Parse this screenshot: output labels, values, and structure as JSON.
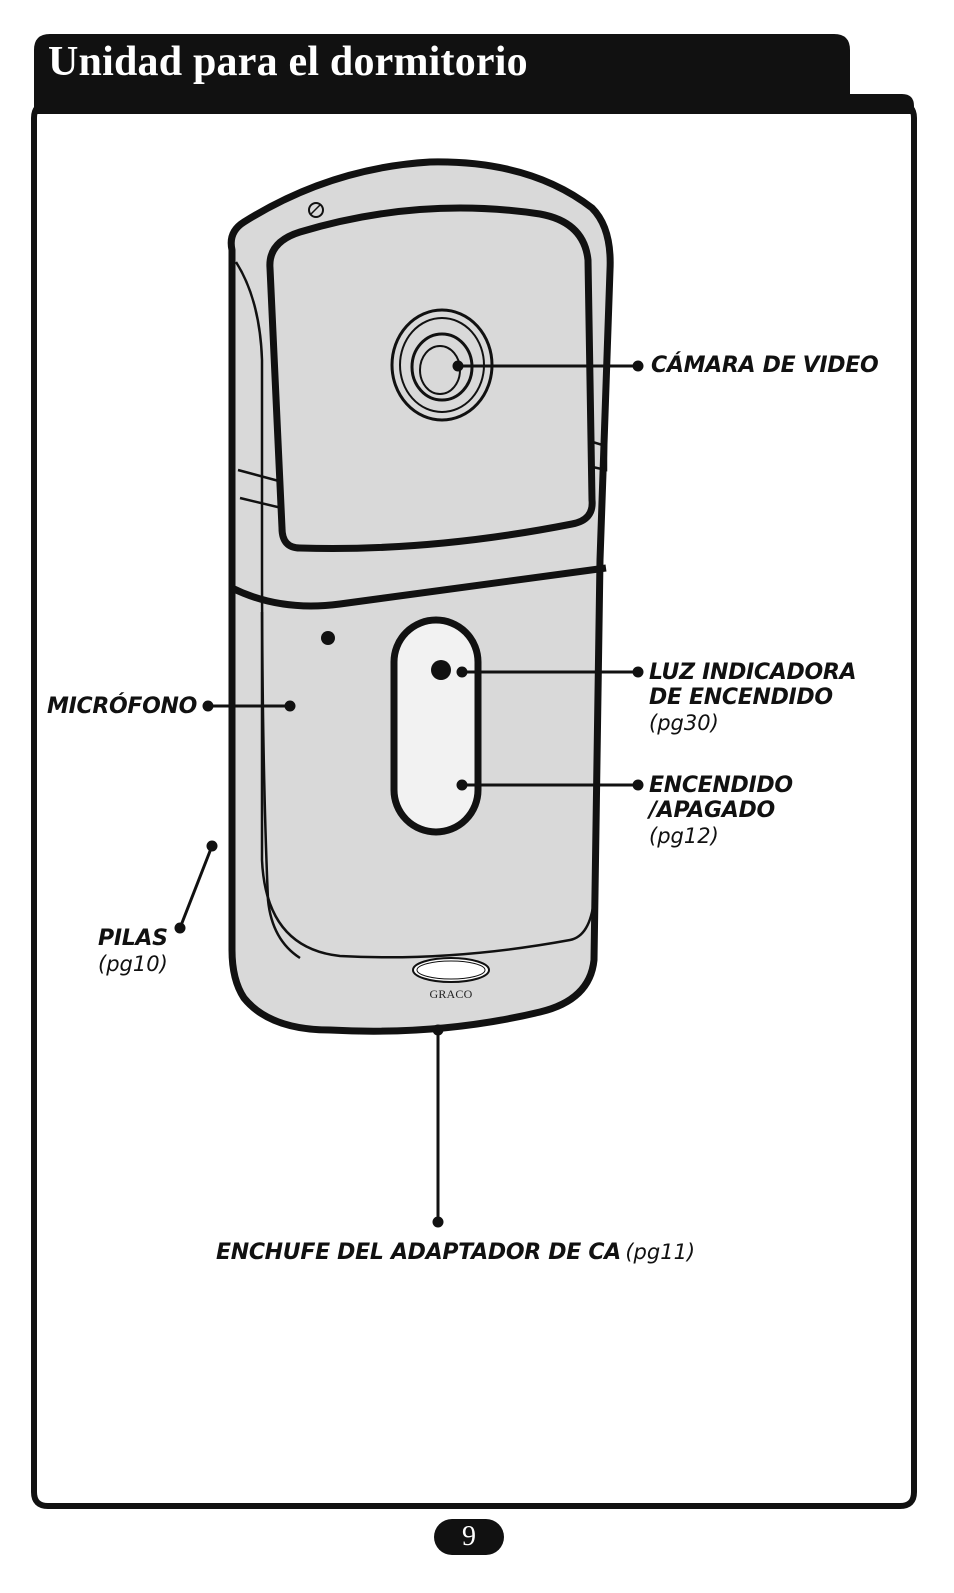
{
  "page": {
    "title": "Unidad para el dormitorio",
    "page_number": "9"
  },
  "device": {
    "logo": "GRACO"
  },
  "callouts": {
    "camera": {
      "label": "CÁMARA DE VIDEO"
    },
    "power_light": {
      "label_line1": "LUZ INDICADORA",
      "label_line2": "DE ENCENDIDO",
      "ref": "(pg30)"
    },
    "power_switch": {
      "label_line1": "ENCENDIDO",
      "label_line2": "/APAGADO",
      "ref": "(pg12)"
    },
    "microphone": {
      "label": "MICRÓFONO"
    },
    "batteries": {
      "label": "PILAS",
      "ref": "(pg10)"
    },
    "ac_adapter": {
      "label": "ENCHUFE DEL ADAPTADOR DE CA",
      "ref": "(pg11)"
    }
  },
  "colors": {
    "ink": "#111111",
    "device_fill": "#d9d9d9",
    "button_fill": "#f2f2f2",
    "background": "#ffffff"
  }
}
